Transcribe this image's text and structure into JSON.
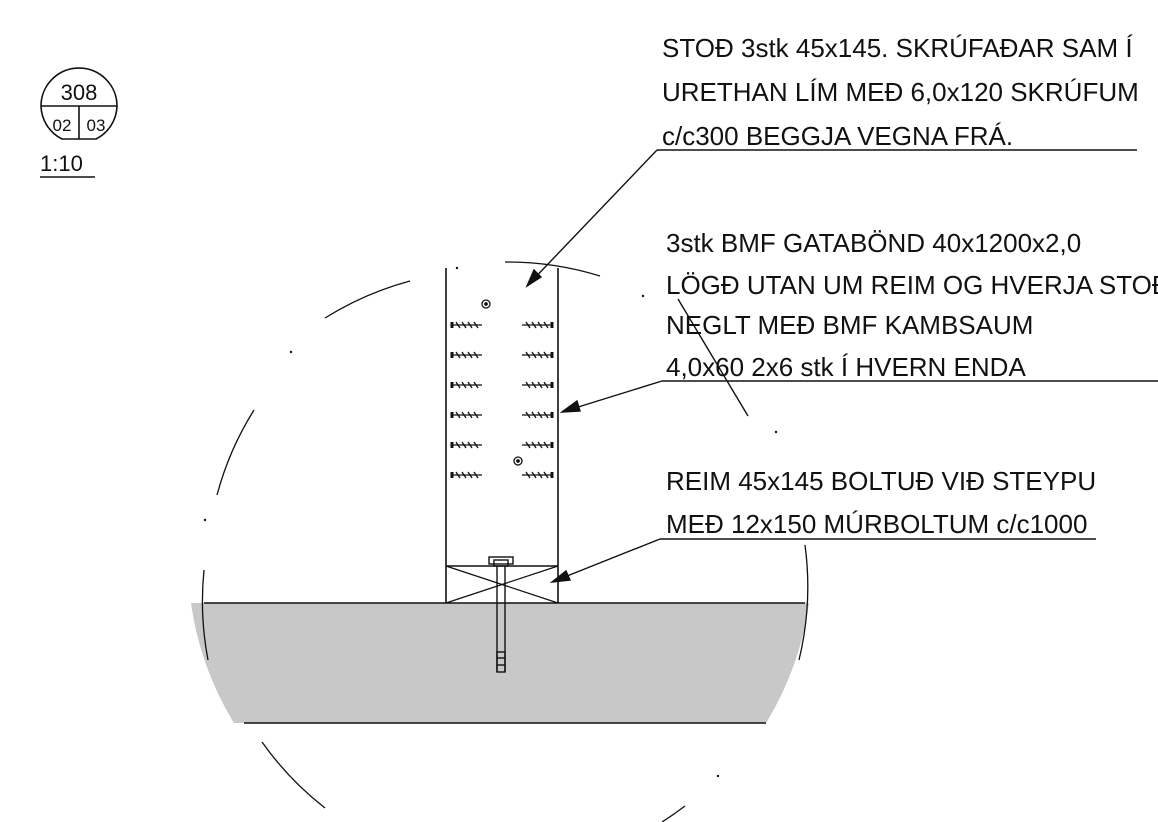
{
  "detail_tag": {
    "number": "308",
    "sheet_a": "02",
    "sheet_b": "03",
    "scale": "1:10"
  },
  "notes": {
    "post": [
      "STOÐ 3stk 45x145. SKRÚFAÐAR SAM Í",
      "URETHAN LÍM MEÐ 6,0x120 SKRÚFUM",
      "c/c300 BEGGJA VEGNA FRÁ."
    ],
    "strap": [
      "3stk BMF GATABÖND 40x1200x2,0",
      "LÖGÐ UTAN UM REIM OG HVERJA STOÐ",
      "NEGLT MEÐ BMF KAMBSAUM",
      "4,0x60 2x6 stk Í HVERN ENDA"
    ],
    "plate": [
      "REIM 45x145 BOLTUÐ VIÐ STEYPU",
      "MEÐ 12x150 MÚRBOLTUM c/c1000"
    ]
  },
  "colors": {
    "line": "#111111",
    "concrete": "#c8c8c8"
  }
}
